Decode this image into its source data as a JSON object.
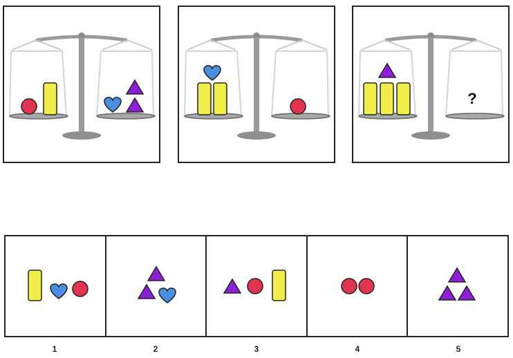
{
  "puzzle": {
    "question_mark": "?",
    "colors": {
      "circle": "#e0344f",
      "bar": "#f1ee4a",
      "heart": "#4a8ee0",
      "triangle": "#8f1fd6",
      "outline": "#222222",
      "scale": "#9a9a9a"
    },
    "panels": [
      {
        "left_pan": [
          "circle",
          "bar"
        ],
        "right_pan": [
          "heart",
          "triangle",
          "triangle"
        ]
      },
      {
        "left_pan": [
          "heart",
          "bar",
          "bar"
        ],
        "right_pan": [
          "circle"
        ]
      },
      {
        "left_pan": [
          "triangle",
          "bar",
          "bar",
          "bar"
        ],
        "right_pan": [
          "question-mark"
        ]
      }
    ]
  },
  "options": [
    {
      "label": "1",
      "shapes": [
        "bar",
        "heart",
        "circle"
      ]
    },
    {
      "label": "2",
      "shapes": [
        "triangle",
        "triangle",
        "heart"
      ]
    },
    {
      "label": "3",
      "shapes": [
        "triangle",
        "circle",
        "bar"
      ]
    },
    {
      "label": "4",
      "shapes": [
        "circle",
        "circle"
      ]
    },
    {
      "label": "5",
      "shapes": [
        "triangle",
        "triangle",
        "triangle"
      ]
    }
  ]
}
